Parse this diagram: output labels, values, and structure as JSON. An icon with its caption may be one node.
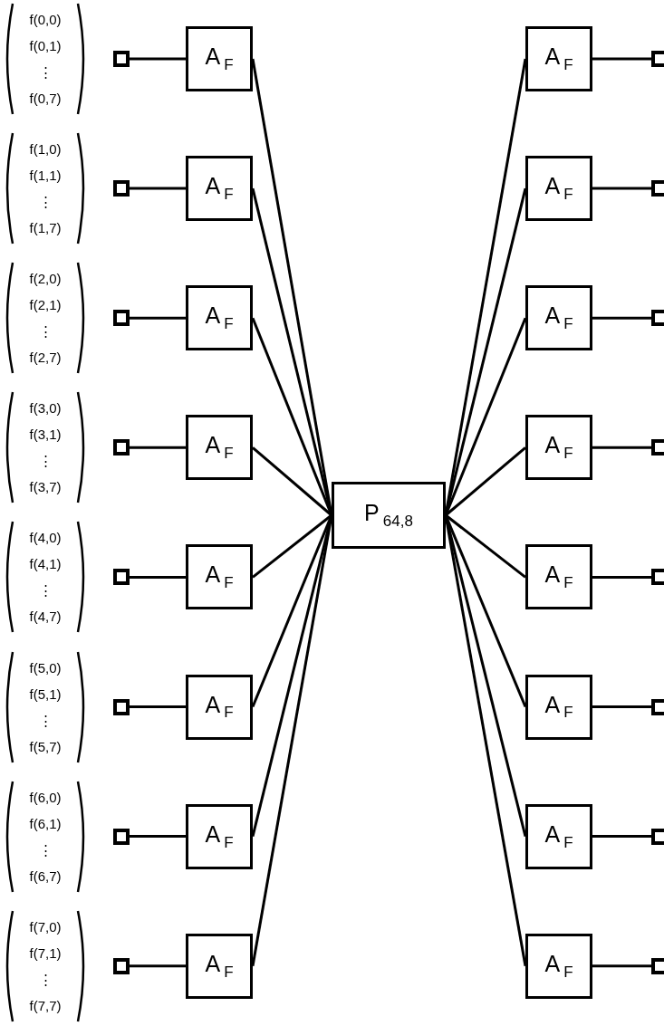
{
  "diagram": {
    "nodes": [
      {
        "text": [],
        "shape": "box",
        "beside": [
          "f(0,0)",
          "f(0,1)",
          "⋮",
          "f(0,7)"
        ]
      },
      {
        "text": [
          "A$_{F}$"
        ]
      },
      {
        "text": [],
        "shape": "box",
        "beside": [
          "f(1,0)",
          "f(1,1)",
          "⋮",
          "f(1,7)"
        ]
      },
      {
        "text": [
          "A$_{F}$"
        ]
      },
      {
        "text": [],
        "shape": "box",
        "beside": [
          "f(2,0)",
          "f(2,1)",
          "⋮",
          "f(2,7)"
        ]
      },
      {
        "text": [
          "A$_{F}$"
        ]
      },
      {
        "text": [],
        "shape": "box",
        "beside": [
          "f(3,0)",
          "f(3,1)",
          "⋮",
          "f(3,7)"
        ]
      },
      {
        "text": [
          "A$_{F}$"
        ]
      },
      {
        "text": [],
        "shape": "box",
        "beside": [
          "f(4,0)",
          "f(4,1)",
          "⋮",
          "f(4,7)"
        ]
      },
      {
        "text": [
          "A$_{F}$"
        ]
      },
      {
        "text": [],
        "shape": "box",
        "beside": [
          "f(5,0)",
          "f(5,1)",
          "⋮",
          "f(5,7)"
        ]
      },
      {
        "text": [
          "A$_{F}$"
        ]
      },
      {
        "text": [],
        "shape": "box",
        "beside": [
          "f(6,0)",
          "f(6,1)",
          "⋮",
          "f(6,7)"
        ]
      },
      {
        "text": [
          "A$_{F}$"
        ]
      },
      {
        "text": [],
        "shape": "box",
        "beside": [
          "f(7,0)",
          "f(7,1)",
          "⋮",
          "f(7,7)"
        ]
      },
      {
        "text": [
          "A$_{F}$"
        ]
      },
      {
        "text": [
          "P$_{64,8}$"
        ]
      },
      {
        "text": [
          "A$_{F}$"
        ]
      },
      {
        "text": [],
        "shape": "box"
      },
      {
        "text": [
          "A$_{F}$"
        ]
      },
      {
        "text": [],
        "shape": "box"
      },
      {
        "text": [
          "A$_{F}$"
        ]
      },
      {
        "text": [],
        "shape": "box"
      },
      {
        "text": [
          "A$_{F}$"
        ]
      },
      {
        "text": [],
        "shape": "box"
      },
      {
        "text": [
          "A$_{F}$"
        ]
      },
      {
        "text": [],
        "shape": "box"
      },
      {
        "text": [
          "A$_{F}$"
        ]
      },
      {
        "text": [],
        "shape": "box"
      },
      {
        "text": [
          "A$_{F}$"
        ]
      },
      {
        "text": [],
        "shape": "box"
      },
      {
        "text": [
          "A$_{F}$"
        ]
      },
      {
        "text": [],
        "shape": "box"
      }
    ],
    "edges": [
      {
        "from": 0,
        "to": 1,
        "arrow": "none"
      },
      {
        "from": 2,
        "to": 3,
        "arrow": "none"
      },
      {
        "from": 4,
        "to": 5,
        "arrow": "none"
      },
      {
        "from": 6,
        "to": 7,
        "arrow": "none"
      },
      {
        "from": 8,
        "to": 9,
        "arrow": "none"
      },
      {
        "from": 10,
        "to": 11,
        "arrow": "none"
      },
      {
        "from": 12,
        "to": 13,
        "arrow": "none"
      },
      {
        "from": 14,
        "to": 15,
        "arrow": "none"
      },
      {
        "from": 1,
        "to": 16,
        "arrow": "none"
      },
      {
        "from": 3,
        "to": 16,
        "arrow": "none"
      },
      {
        "from": 5,
        "to": 16,
        "arrow": "none"
      },
      {
        "from": 7,
        "to": 16,
        "arrow": "none"
      },
      {
        "from": 9,
        "to": 16,
        "arrow": "none"
      },
      {
        "from": 11,
        "to": 16,
        "arrow": "none"
      },
      {
        "from": 13,
        "to": 16,
        "arrow": "none"
      },
      {
        "from": 15,
        "to": 16,
        "arrow": "none"
      },
      {
        "from": 16,
        "to": 17,
        "arrow": "none"
      },
      {
        "from": 16,
        "to": 19,
        "arrow": "none"
      },
      {
        "from": 16,
        "to": 21,
        "arrow": "none"
      },
      {
        "from": 16,
        "to": 23,
        "arrow": "none"
      },
      {
        "from": 16,
        "to": 25,
        "arrow": "none"
      },
      {
        "from": 16,
        "to": 27,
        "arrow": "none"
      },
      {
        "from": 16,
        "to": 29,
        "arrow": "none"
      },
      {
        "from": 16,
        "to": 31,
        "arrow": "none"
      },
      {
        "from": 17,
        "to": 18,
        "arrow": "none"
      },
      {
        "from": 19,
        "to": 20,
        "arrow": "none"
      },
      {
        "from": 21,
        "to": 22,
        "arrow": "none"
      },
      {
        "from": 23,
        "to": 24,
        "arrow": "none"
      },
      {
        "from": 25,
        "to": 26,
        "arrow": "none"
      },
      {
        "from": 27,
        "to": 28,
        "arrow": "none"
      },
      {
        "from": 29,
        "to": 30,
        "arrow": "none"
      },
      {
        "from": 31,
        "to": 32,
        "arrow": "none"
      }
    ]
  }
}
